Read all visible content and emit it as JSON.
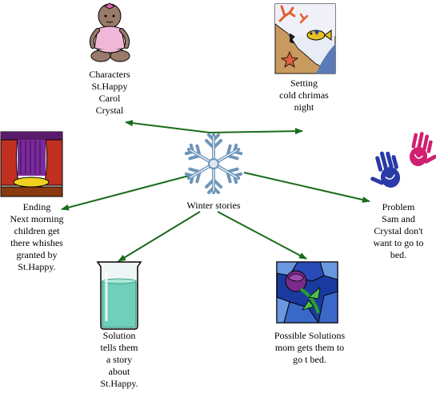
{
  "diagram": {
    "center": {
      "title": "Winter stories",
      "icon": "snowflake-icon"
    },
    "nodes": {
      "characters": {
        "icon": "baby-doll-icon",
        "lines": [
          "Characters",
          "St.Happy",
          "Carol",
          "Crystal"
        ]
      },
      "setting": {
        "icon": "sea-life-icon",
        "lines": [
          "Setting",
          "cold chrimas",
          "night"
        ]
      },
      "ending": {
        "icon": "theater-stage-icon",
        "lines": [
          "Ending",
          "Next morning",
          "children get",
          "there whishes",
          "granted by",
          "St.Happy."
        ]
      },
      "problem": {
        "icon": "handprints-icon",
        "lines": [
          "Problem",
          "Sam and",
          "Crystal don't",
          "want to go to",
          "bed."
        ]
      },
      "solution": {
        "icon": "beaker-icon",
        "lines": [
          "Solution",
          "tells them",
          "a story",
          "about",
          "St.Happy."
        ]
      },
      "possible_solutions": {
        "icon": "stained-glass-rose-icon",
        "lines": [
          "Possible Solutions",
          "mom gets them to",
          "go t bed."
        ]
      }
    },
    "colors": {
      "arrow": "#1a6b1a",
      "snowflake": "#7fa6c8"
    }
  }
}
